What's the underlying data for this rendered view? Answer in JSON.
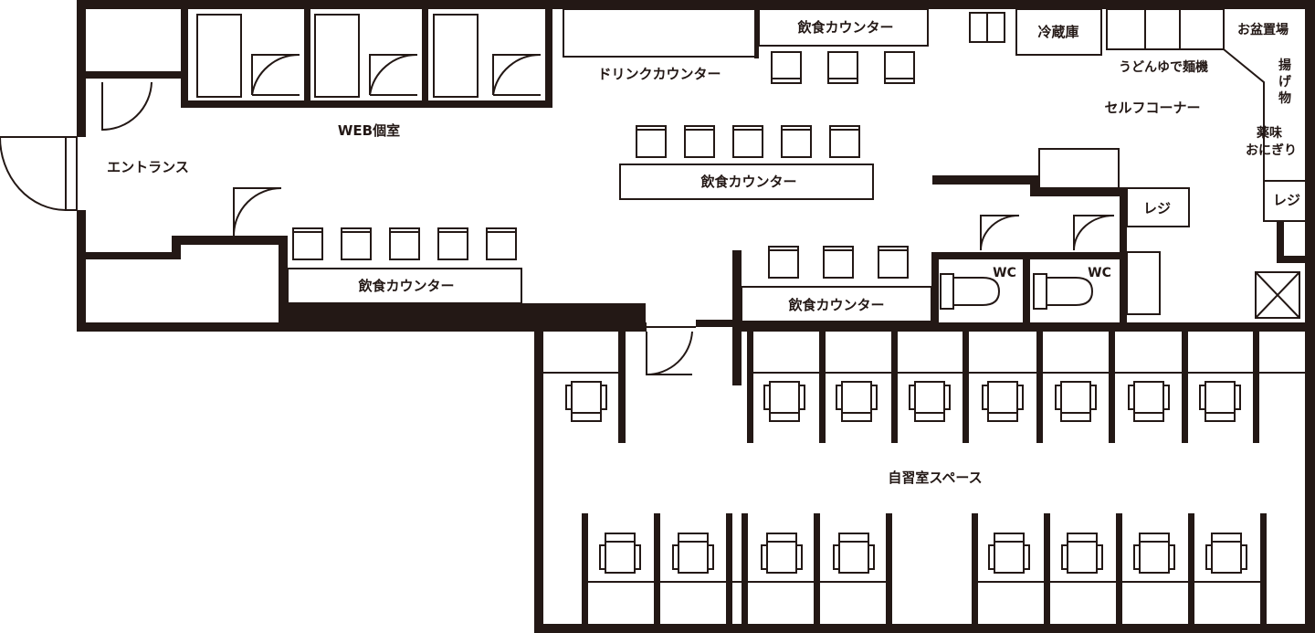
{
  "labels": {
    "web_rooms": "WEB個室",
    "entrance": "エントランス",
    "drink_counter": "ドリンクカウンター",
    "counter_top": "飲食カウンター",
    "counter_mid": "飲食カウンター",
    "counter_left": "飲食カウンター",
    "counter_right": "飲食カウンター",
    "fridge": "冷蔵庫",
    "tray_area": "お盆置場",
    "udon_boiler": "うどんゆで麺機",
    "fried_1": "揚",
    "fried_2": "げ",
    "fried_3": "物",
    "self_corner": "セルフコーナー",
    "condiments": "薬味",
    "onigiri": "おにぎり",
    "register_1": "レジ",
    "register_2": "レジ",
    "wc_1": "WC",
    "wc_2": "WC",
    "study_space": "自習室スペース"
  },
  "colors": {
    "wall": "#231815",
    "background": "#ffffff"
  }
}
